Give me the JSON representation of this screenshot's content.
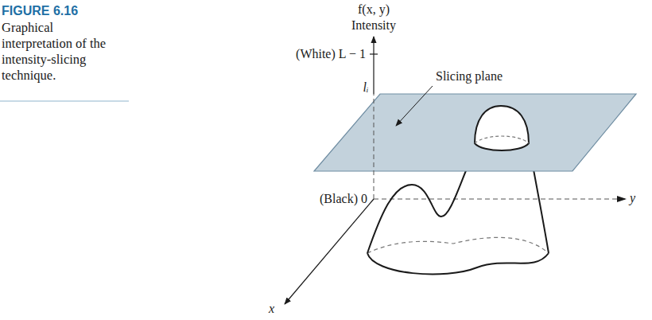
{
  "diagram": {
    "title": "FIGURE 6.16",
    "caption": "Graphical interpretation of the intensity-slicing technique.",
    "labels": [
      "f(x, y)",
      "Intensity",
      "(White) L − 1",
      "lᵢ",
      "Slicing plane",
      "(Black) 0",
      "y",
      "x"
    ]
  }
}
